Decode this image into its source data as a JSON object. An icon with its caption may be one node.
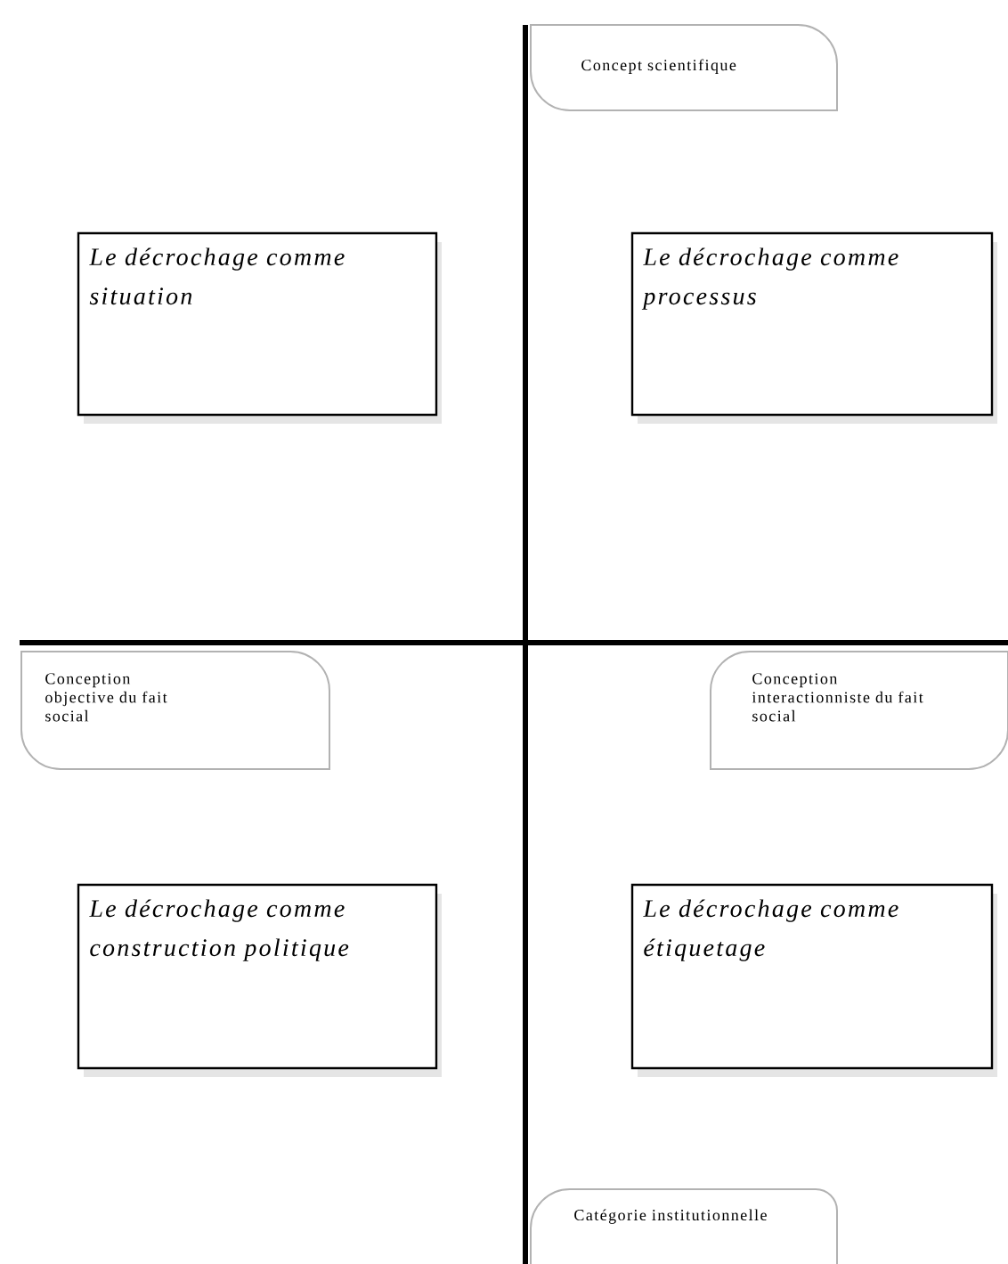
{
  "diagram": {
    "nodes": [
      {
        "text": [
          "Concept scientifique"
        ]
      },
      {
        "text": [
          "Le décrochage comme situation"
        ]
      },
      {
        "text": [
          "Le décrochage comme processus"
        ]
      },
      {
        "text": [
          "Conception objective du fait social"
        ]
      },
      {
        "text": [
          "Conception interactionniste du fait social"
        ]
      },
      {
        "text": [
          "Le décrochage comme construction politique"
        ]
      },
      {
        "text": [
          "Le décrochage comme étiquetage"
        ]
      },
      {
        "text": [
          "Catégorie institutionnelle"
        ]
      }
    ]
  }
}
